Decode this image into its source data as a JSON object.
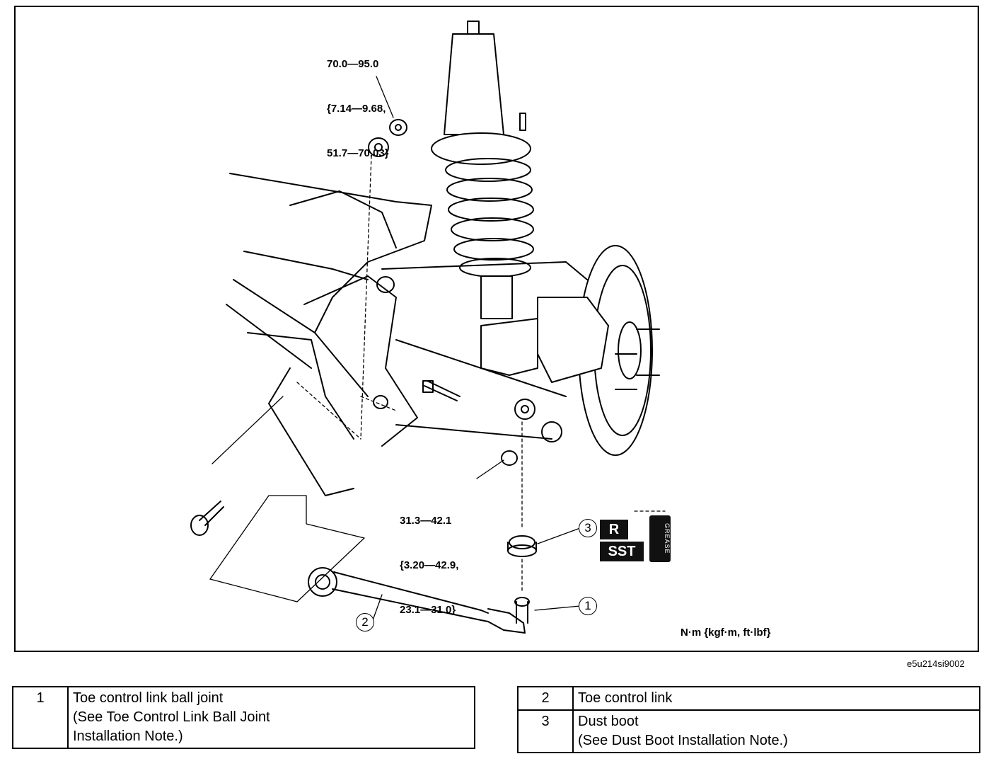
{
  "torque_specs": {
    "upper_nut": [
      "70.0—95.0",
      "{7.14—9.68,",
      "51.7—70.03}"
    ],
    "lower_nut": [
      "31.3—42.1",
      "{3.20—42.9,",
      "23.1—31.0}"
    ]
  },
  "callouts": [
    "1",
    "2",
    "3"
  ],
  "badges": {
    "replace": "R",
    "sst": "SST",
    "grease": "GREASE"
  },
  "units_note": "N·m {kgf·m, ft·lbf}",
  "figure_code": "e5u214si9002",
  "legend_left": [
    {
      "num": "1",
      "lines": [
        "Toe control link ball joint",
        "(See Toe Control Link Ball Joint",
        "Installation Note.)"
      ]
    }
  ],
  "legend_right": [
    {
      "num": "2",
      "lines": [
        "Toe control link"
      ]
    },
    {
      "num": "3",
      "lines": [
        "Dust boot",
        "(See Dust Boot Installation Note.)"
      ]
    }
  ]
}
